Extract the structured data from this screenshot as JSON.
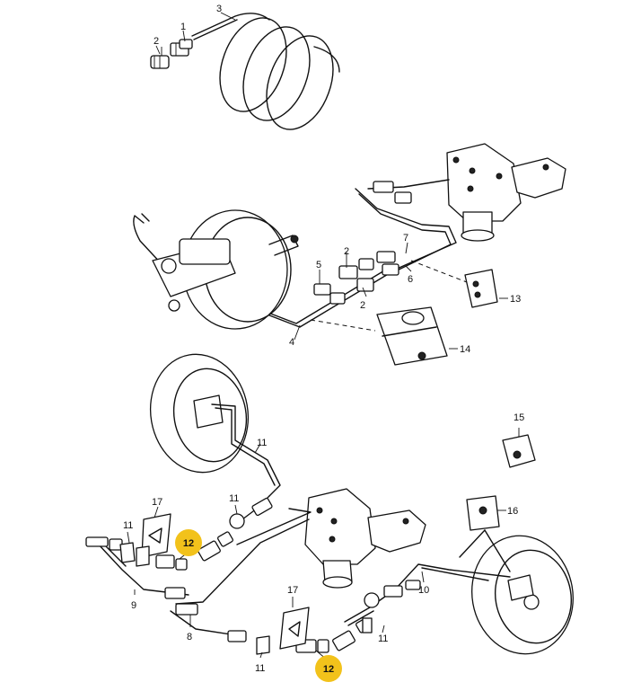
{
  "callouts": {
    "c1": "1",
    "c2a": "2",
    "c3": "3",
    "c2b": "2",
    "c2c": "2",
    "c4": "4",
    "c5": "5",
    "c6": "6",
    "c7": "7",
    "c13": "13",
    "c14": "14",
    "c11a": "11",
    "c11b": "11",
    "c11c": "11",
    "c11d": "11",
    "c11e": "11",
    "c17a": "17",
    "c17b": "17",
    "c9": "9",
    "c8": "8",
    "c10": "10",
    "c15": "15",
    "c16": "16"
  },
  "highlighted": {
    "h12a": "12",
    "h12b": "12"
  },
  "highlight_color": "#f2c21b"
}
